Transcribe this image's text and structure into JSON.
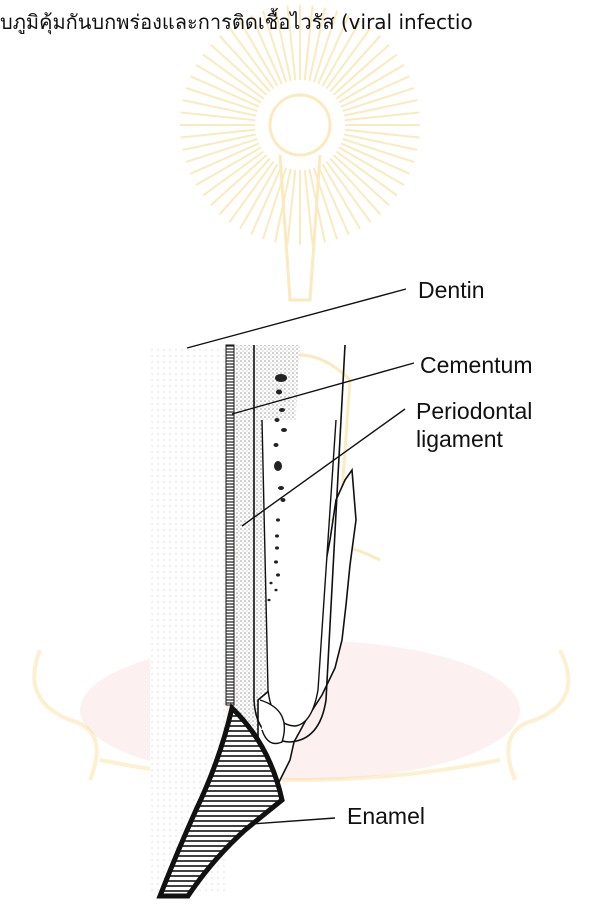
{
  "heading_text": "บภูมิคุ้มกันบกพร่องและการติดเชื้อไวรัส (viral  infectio",
  "diagram": {
    "labels": {
      "dentin": "Dentin",
      "cementum": "Cementum",
      "periodontal_line1": "Periodontal",
      "periodontal_line2": "ligament",
      "enamel": "Enamel"
    }
  },
  "colors": {
    "ink": "#111111",
    "stipple": "#9a9a9a",
    "watermark": "#f4c64a",
    "watermark_red": "#f2c4c4"
  }
}
